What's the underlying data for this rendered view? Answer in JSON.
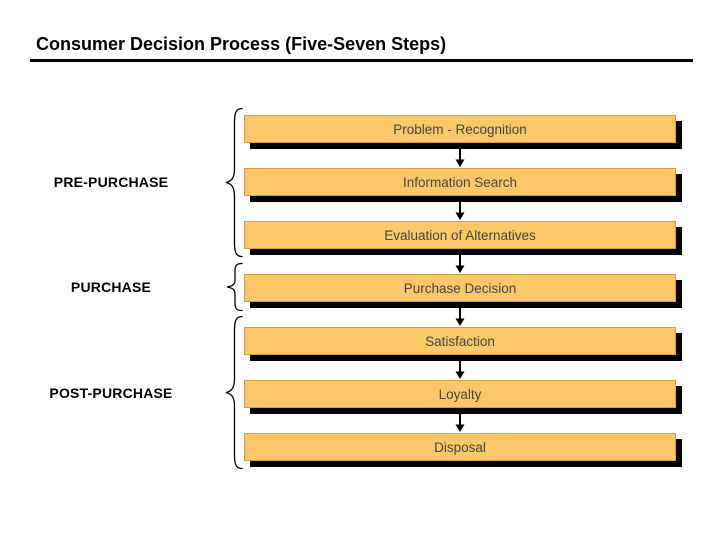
{
  "slide": {
    "title": "Consumer Decision Process (Five-Seven Steps)"
  },
  "phases": [
    {
      "label": "PRE-PURCHASE",
      "stages_spanned": [
        "Problem - Recognition",
        "Information Search",
        "Evaluation of Alternatives"
      ]
    },
    {
      "label": "PURCHASE",
      "stages_spanned": [
        "Purchase Decision"
      ]
    },
    {
      "label": "POST-PURCHASE",
      "stages_spanned": [
        "Satisfaction",
        "Loyalty",
        "Disposal"
      ]
    }
  ],
  "stages": [
    {
      "label": "Problem - Recognition"
    },
    {
      "label": "Information Search"
    },
    {
      "label": "Evaluation of Alternatives"
    },
    {
      "label": "Purchase Decision"
    },
    {
      "label": "Satisfaction"
    },
    {
      "label": "Loyalty"
    },
    {
      "label": "Disposal"
    }
  ],
  "colors": {
    "box_fill": "#FBC768",
    "box_border": "#D69F3C",
    "box_shadow": "#000000",
    "box_text": "#464646",
    "title_text": "#000000",
    "phase_label_text": "#000000",
    "arrow": "#000000",
    "background": "#FFFFFF"
  }
}
